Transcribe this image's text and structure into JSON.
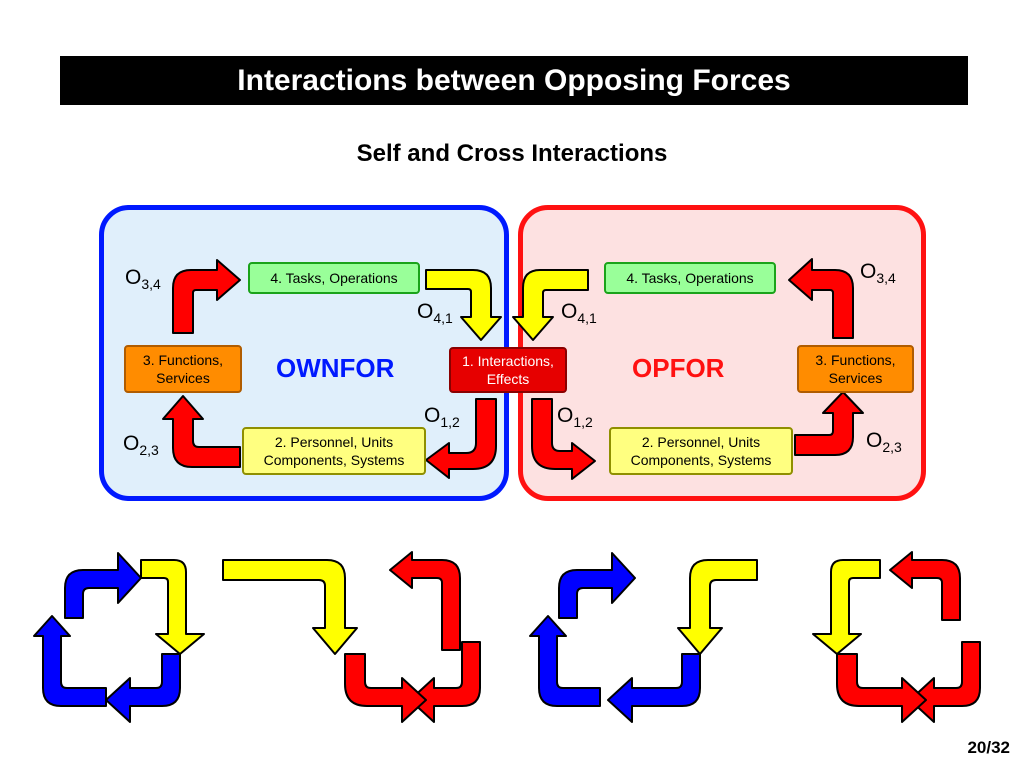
{
  "title": "Interactions between Opposing Forces",
  "subtitle": "Self and Cross Interactions",
  "colors": {
    "ownfor": "#0019ff",
    "opfor": "#ff1111",
    "arrow_red": "#ff0000",
    "arrow_yellow": "#ffff00",
    "arrow_blue": "#0000ff"
  },
  "center_box": "1. Interactions, Effects",
  "ownfor": {
    "name": "OWNFOR",
    "tasks": "4. Tasks, Operations",
    "functions": "3. Functions, Services",
    "personnel": "2. Personnel, Units Components, Systems",
    "labels": {
      "o34": {
        "main": "O",
        "sub": "3,4"
      },
      "o41": {
        "main": "O",
        "sub": "4,1"
      },
      "o12": {
        "main": "O",
        "sub": "1,2"
      },
      "o23": {
        "main": "O",
        "sub": "2,3"
      }
    }
  },
  "opfor": {
    "name": "OPFOR",
    "tasks": "4. Tasks, Operations",
    "functions": "3. Functions, Services",
    "personnel": "2. Personnel, Units Components, Systems",
    "labels": {
      "o34": {
        "main": "O",
        "sub": "3,4"
      },
      "o41": {
        "main": "O",
        "sub": "4,1"
      },
      "o12": {
        "main": "O",
        "sub": "1,2"
      },
      "o23": {
        "main": "O",
        "sub": "2,3"
      }
    }
  },
  "page_number": "20/32"
}
